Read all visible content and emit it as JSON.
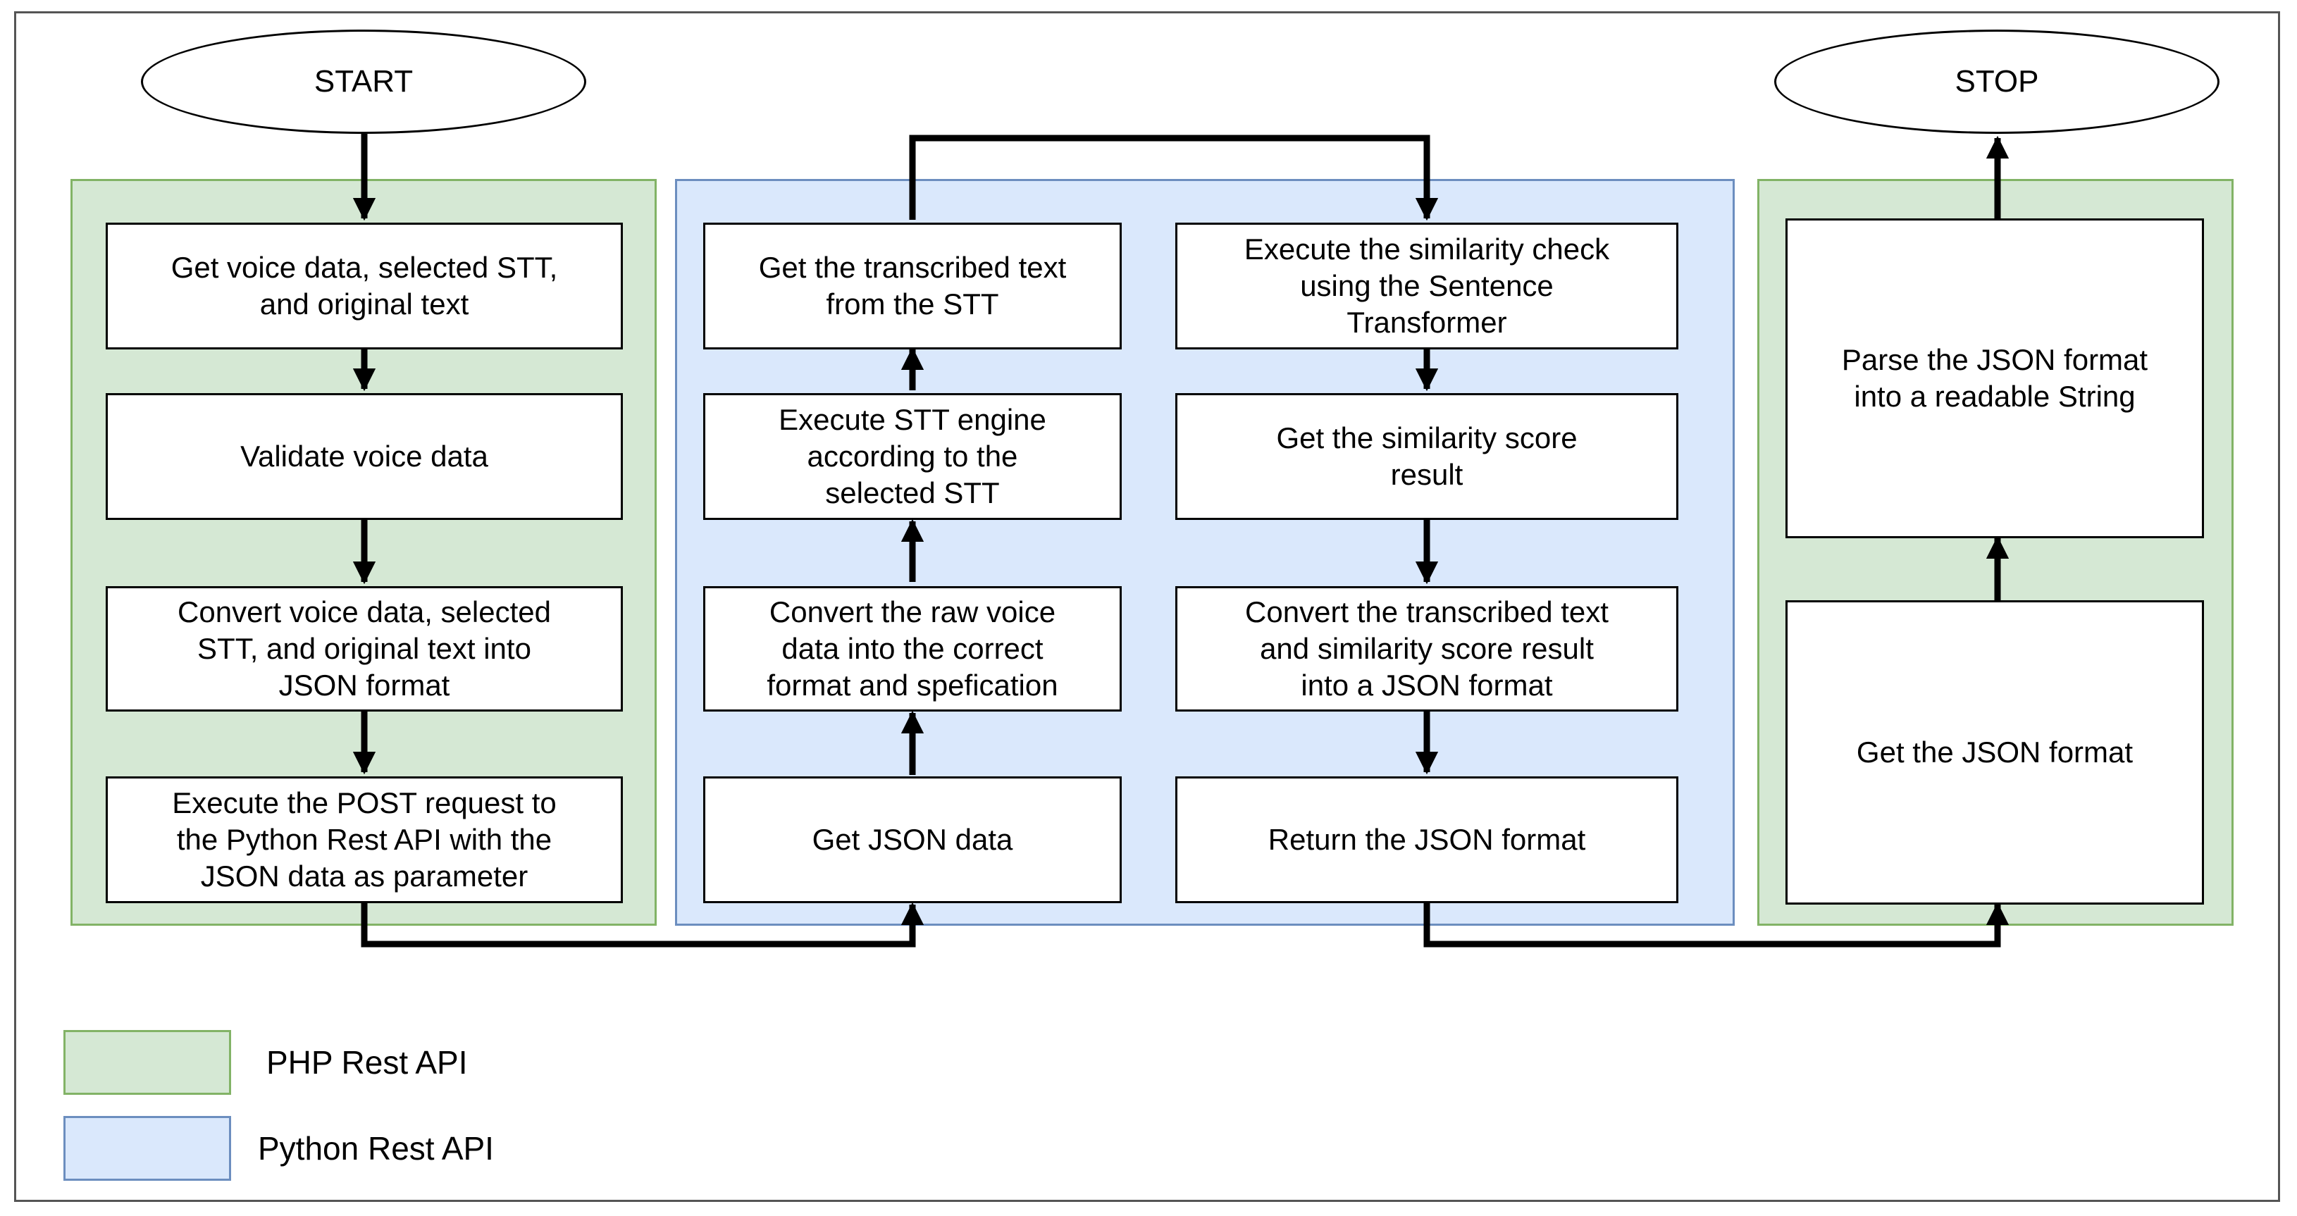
{
  "terminals": {
    "start": "START",
    "stop": "STOP"
  },
  "php_steps": [
    "Get voice data, selected STT,\nand original text",
    "Validate voice data",
    "Convert voice data, selected\nSTT, and original text into\nJSON format",
    "Execute the POST request to\nthe Python Rest API with the\nJSON data as parameter"
  ],
  "python_stt_steps": [
    "Get the transcribed text\nfrom the STT",
    "Execute STT engine\naccording to the\nselected STT",
    "Convert the raw voice\ndata into the correct\nformat and spefication",
    "Get JSON data"
  ],
  "python_similarity_steps": [
    "Execute the similarity check\nusing the Sentence\nTransformer",
    "Get the similarity score\nresult",
    "Convert the transcribed text\nand similarity score result\ninto a JSON format",
    "Return the JSON format"
  ],
  "php_result_steps": [
    "Parse the JSON format\ninto a readable String",
    "Get the JSON format"
  ],
  "legend": [
    {
      "label": "PHP Rest API",
      "color": "#d5e8d4",
      "border": "#82b366"
    },
    {
      "label": "Python Rest API",
      "color": "#dae8fc",
      "border": "#6c8ebf"
    }
  ]
}
